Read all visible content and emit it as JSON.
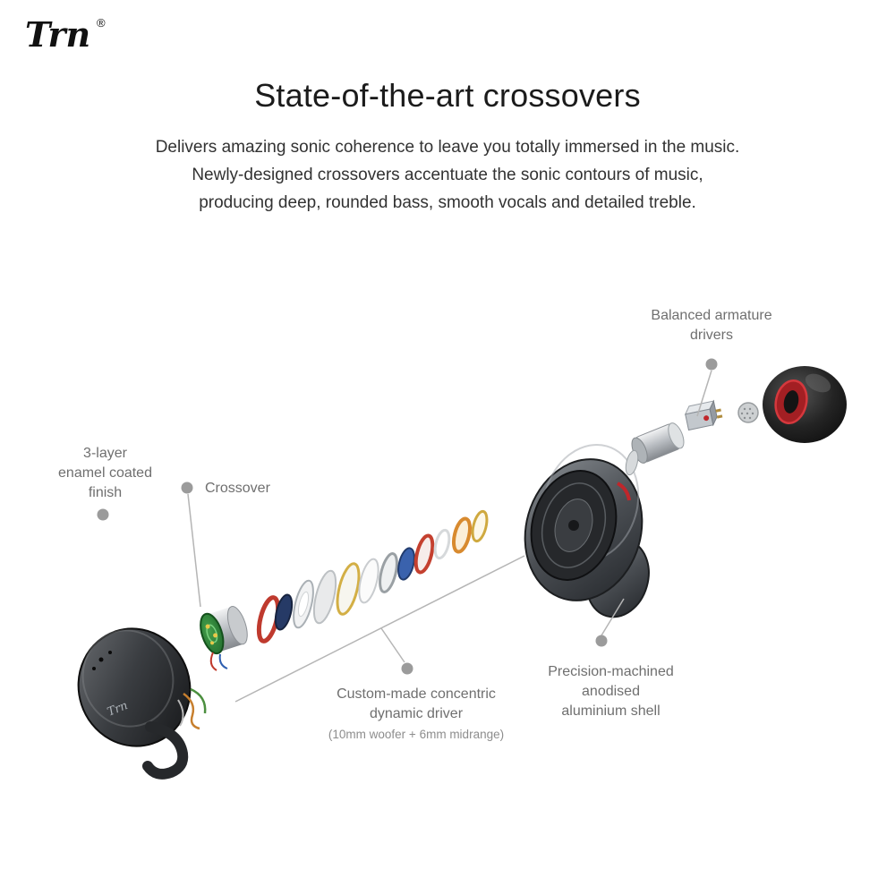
{
  "brand": {
    "logo_text": "Trn",
    "registered_mark": "®"
  },
  "header": {
    "title": "State-of-the-art crossovers",
    "subtitle_lines": [
      "Delivers amazing sonic coherence to leave you totally immersed in the music.",
      "Newly-designed crossovers accentuate the sonic contours of music,",
      "producing deep, rounded bass, smooth vocals and detailed treble."
    ]
  },
  "callouts": {
    "balanced_armature": {
      "lines": [
        "Balanced armature",
        "drivers"
      ]
    },
    "enamel_finish": {
      "lines": [
        "3-layer",
        "enamel coated",
        "finish"
      ]
    },
    "crossover": {
      "label": "Crossover"
    },
    "dynamic_driver": {
      "lines": [
        "Custom-made concentric",
        "dynamic driver"
      ],
      "detail": "(10mm woofer + 6mm midrange)"
    },
    "shell": {
      "lines": [
        "Precision-machined",
        "anodised",
        "aluminium shell"
      ]
    }
  },
  "illustration": {
    "part_names": [
      "faceplate",
      "crossover-pcb",
      "dynamic-driver-stack",
      "aluminium-shell",
      "nozzle",
      "balanced-armature-driver",
      "mesh-filter",
      "ear-tip"
    ],
    "colors": {
      "accent_red": "#c0262b",
      "pcb_green": "#2e7d32",
      "callout_dot": "#9b9b9b",
      "callout_text": "#6f6f6f"
    }
  }
}
